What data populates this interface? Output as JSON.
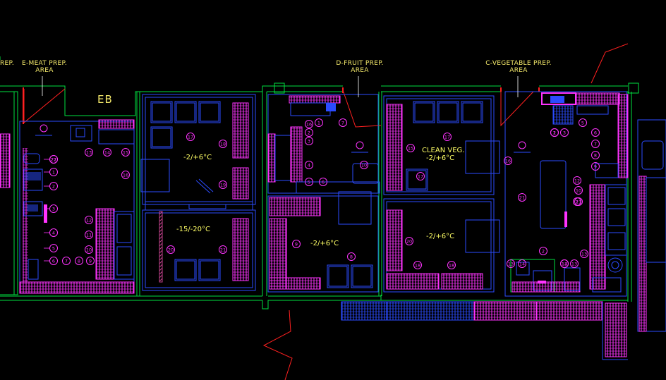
{
  "labels": {
    "eb": "EB",
    "f_prefix": "REP.",
    "e_meat_line1": "E-MEAT PREP.",
    "e_meat_line2": "AREA",
    "d_fruit_line1": "D-FRUIT PREP.",
    "d_fruit_line2": "AREA",
    "c_veg_line1": "C-VEGETABLE PREP.",
    "c_veg_line2": "AREA"
  },
  "rooms": {
    "cold_room_1": "-2/+6°C",
    "freezer": "-15/-20°C",
    "cold_room_2": "-2/+6°C",
    "clean_veg_name": "CLEAN VEG.",
    "clean_veg_temp": "-2/+6°C",
    "cold_room_3": "-2/+6°C"
  },
  "tags": {
    "meat_right": [
      "21",
      "1",
      "2",
      "3",
      "4",
      "5",
      "6",
      "7",
      "8",
      "9"
    ],
    "meat_top": [
      "13",
      "14",
      "15"
    ],
    "meat_equip": [
      "12",
      "11",
      "10"
    ],
    "fruit_left": [
      "16",
      "1",
      "2",
      "3",
      "4",
      "5",
      "6",
      "7"
    ],
    "veg_right": [
      "2",
      "3",
      "5",
      "6",
      "7",
      "8",
      "9",
      "10",
      "11",
      "12",
      "13",
      "14",
      "1",
      "2"
    ],
    "bubbles": [
      "17",
      "18",
      "19",
      "20",
      "21",
      "22"
    ]
  },
  "colors": {
    "background": "#000000",
    "wall": "#00e040",
    "equipment": "#2b4bff",
    "tile": "#ff33ff",
    "door": "#ff2020",
    "label": "#f3e86a"
  }
}
